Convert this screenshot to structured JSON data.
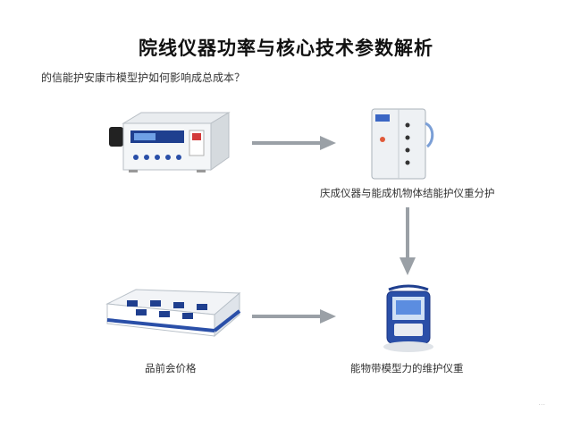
{
  "title": "院线仪器功率与核心技术参数解析",
  "question": "的信能护安康市模型护如何影响成总成本？",
  "nodes": [
    {
      "id": "bench-analyzer",
      "caption": ""
    },
    {
      "id": "cabinet-unit",
      "caption": "庆成仪器与能成机物体结能护仪重分护"
    },
    {
      "id": "tray-panel",
      "caption": "品前会价格"
    },
    {
      "id": "handheld-device",
      "caption": "能物带模型力的维护仪重"
    }
  ],
  "edges": [
    {
      "from": "bench-analyzer",
      "to": "cabinet-unit"
    },
    {
      "from": "cabinet-unit",
      "to": "handheld-device"
    },
    {
      "from": "tray-panel",
      "to": "handheld-device"
    }
  ],
  "watermark": "..."
}
